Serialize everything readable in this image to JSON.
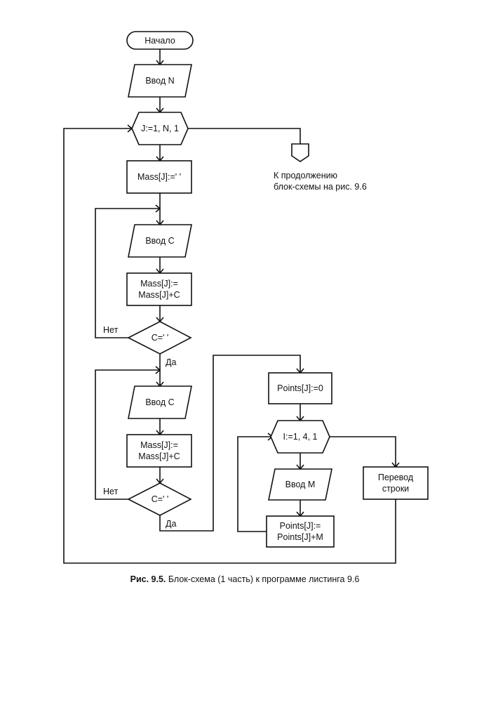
{
  "diagram": {
    "type": "flowchart",
    "nodes": {
      "start": {
        "shape": "terminator",
        "label": "Начало"
      },
      "input_n": {
        "shape": "parallelogram",
        "label": "Ввод N"
      },
      "loop_j": {
        "shape": "hexagon",
        "label": "J:=1, N, 1"
      },
      "init_mass": {
        "shape": "rectangle",
        "label": "Mass[J]:=' '"
      },
      "input_c1": {
        "shape": "parallelogram",
        "label": "Ввод C"
      },
      "append_c1": {
        "shape": "rectangle",
        "line1": "Mass[J]:=",
        "line2": "Mass[J]+C"
      },
      "check_c1": {
        "shape": "diamond",
        "label": "C=' '"
      },
      "input_c2": {
        "shape": "parallelogram",
        "label": "Ввод C"
      },
      "append_c2": {
        "shape": "rectangle",
        "line1": "Mass[J]:=",
        "line2": "Mass[J]+C"
      },
      "check_c2": {
        "shape": "diamond",
        "label": "C=' '"
      },
      "init_points": {
        "shape": "rectangle",
        "label": "Points[J]:=0"
      },
      "loop_i": {
        "shape": "hexagon",
        "label": "I:=1, 4, 1"
      },
      "input_m": {
        "shape": "parallelogram",
        "label": "Ввод M"
      },
      "add_points": {
        "shape": "rectangle",
        "line1": "Points[J]:=",
        "line2": "Points[J]+M"
      },
      "newline": {
        "shape": "rectangle",
        "line1": "Перевод",
        "line2": "строки"
      },
      "offpage": {
        "shape": "offpage-connector",
        "line1": "К продолжению",
        "line2": "блок-схемы на рис. 9.6"
      }
    },
    "branch_labels": {
      "no1": "Нет",
      "yes1": "Да",
      "no2": "Нет",
      "yes2": "Да"
    },
    "caption": {
      "prefix": "Рис. 9.5.",
      "text": " Блок-схема (1 часть) к программе листинга 9.6"
    }
  }
}
